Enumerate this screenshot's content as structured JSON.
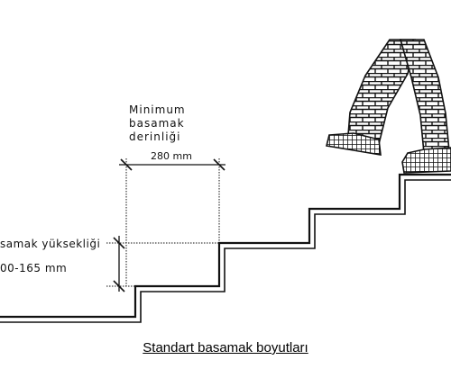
{
  "labels": {
    "depth_title_line1": "Minimum",
    "depth_title_line2": "basamak",
    "depth_title_line3": "derinliği",
    "depth_value": "280 mm",
    "height_title": "samak yüksekliği",
    "height_value": "00-165 mm"
  },
  "caption": "Standart basamak boyutları",
  "colors": {
    "ink": "#111111",
    "background": "#ffffff"
  }
}
